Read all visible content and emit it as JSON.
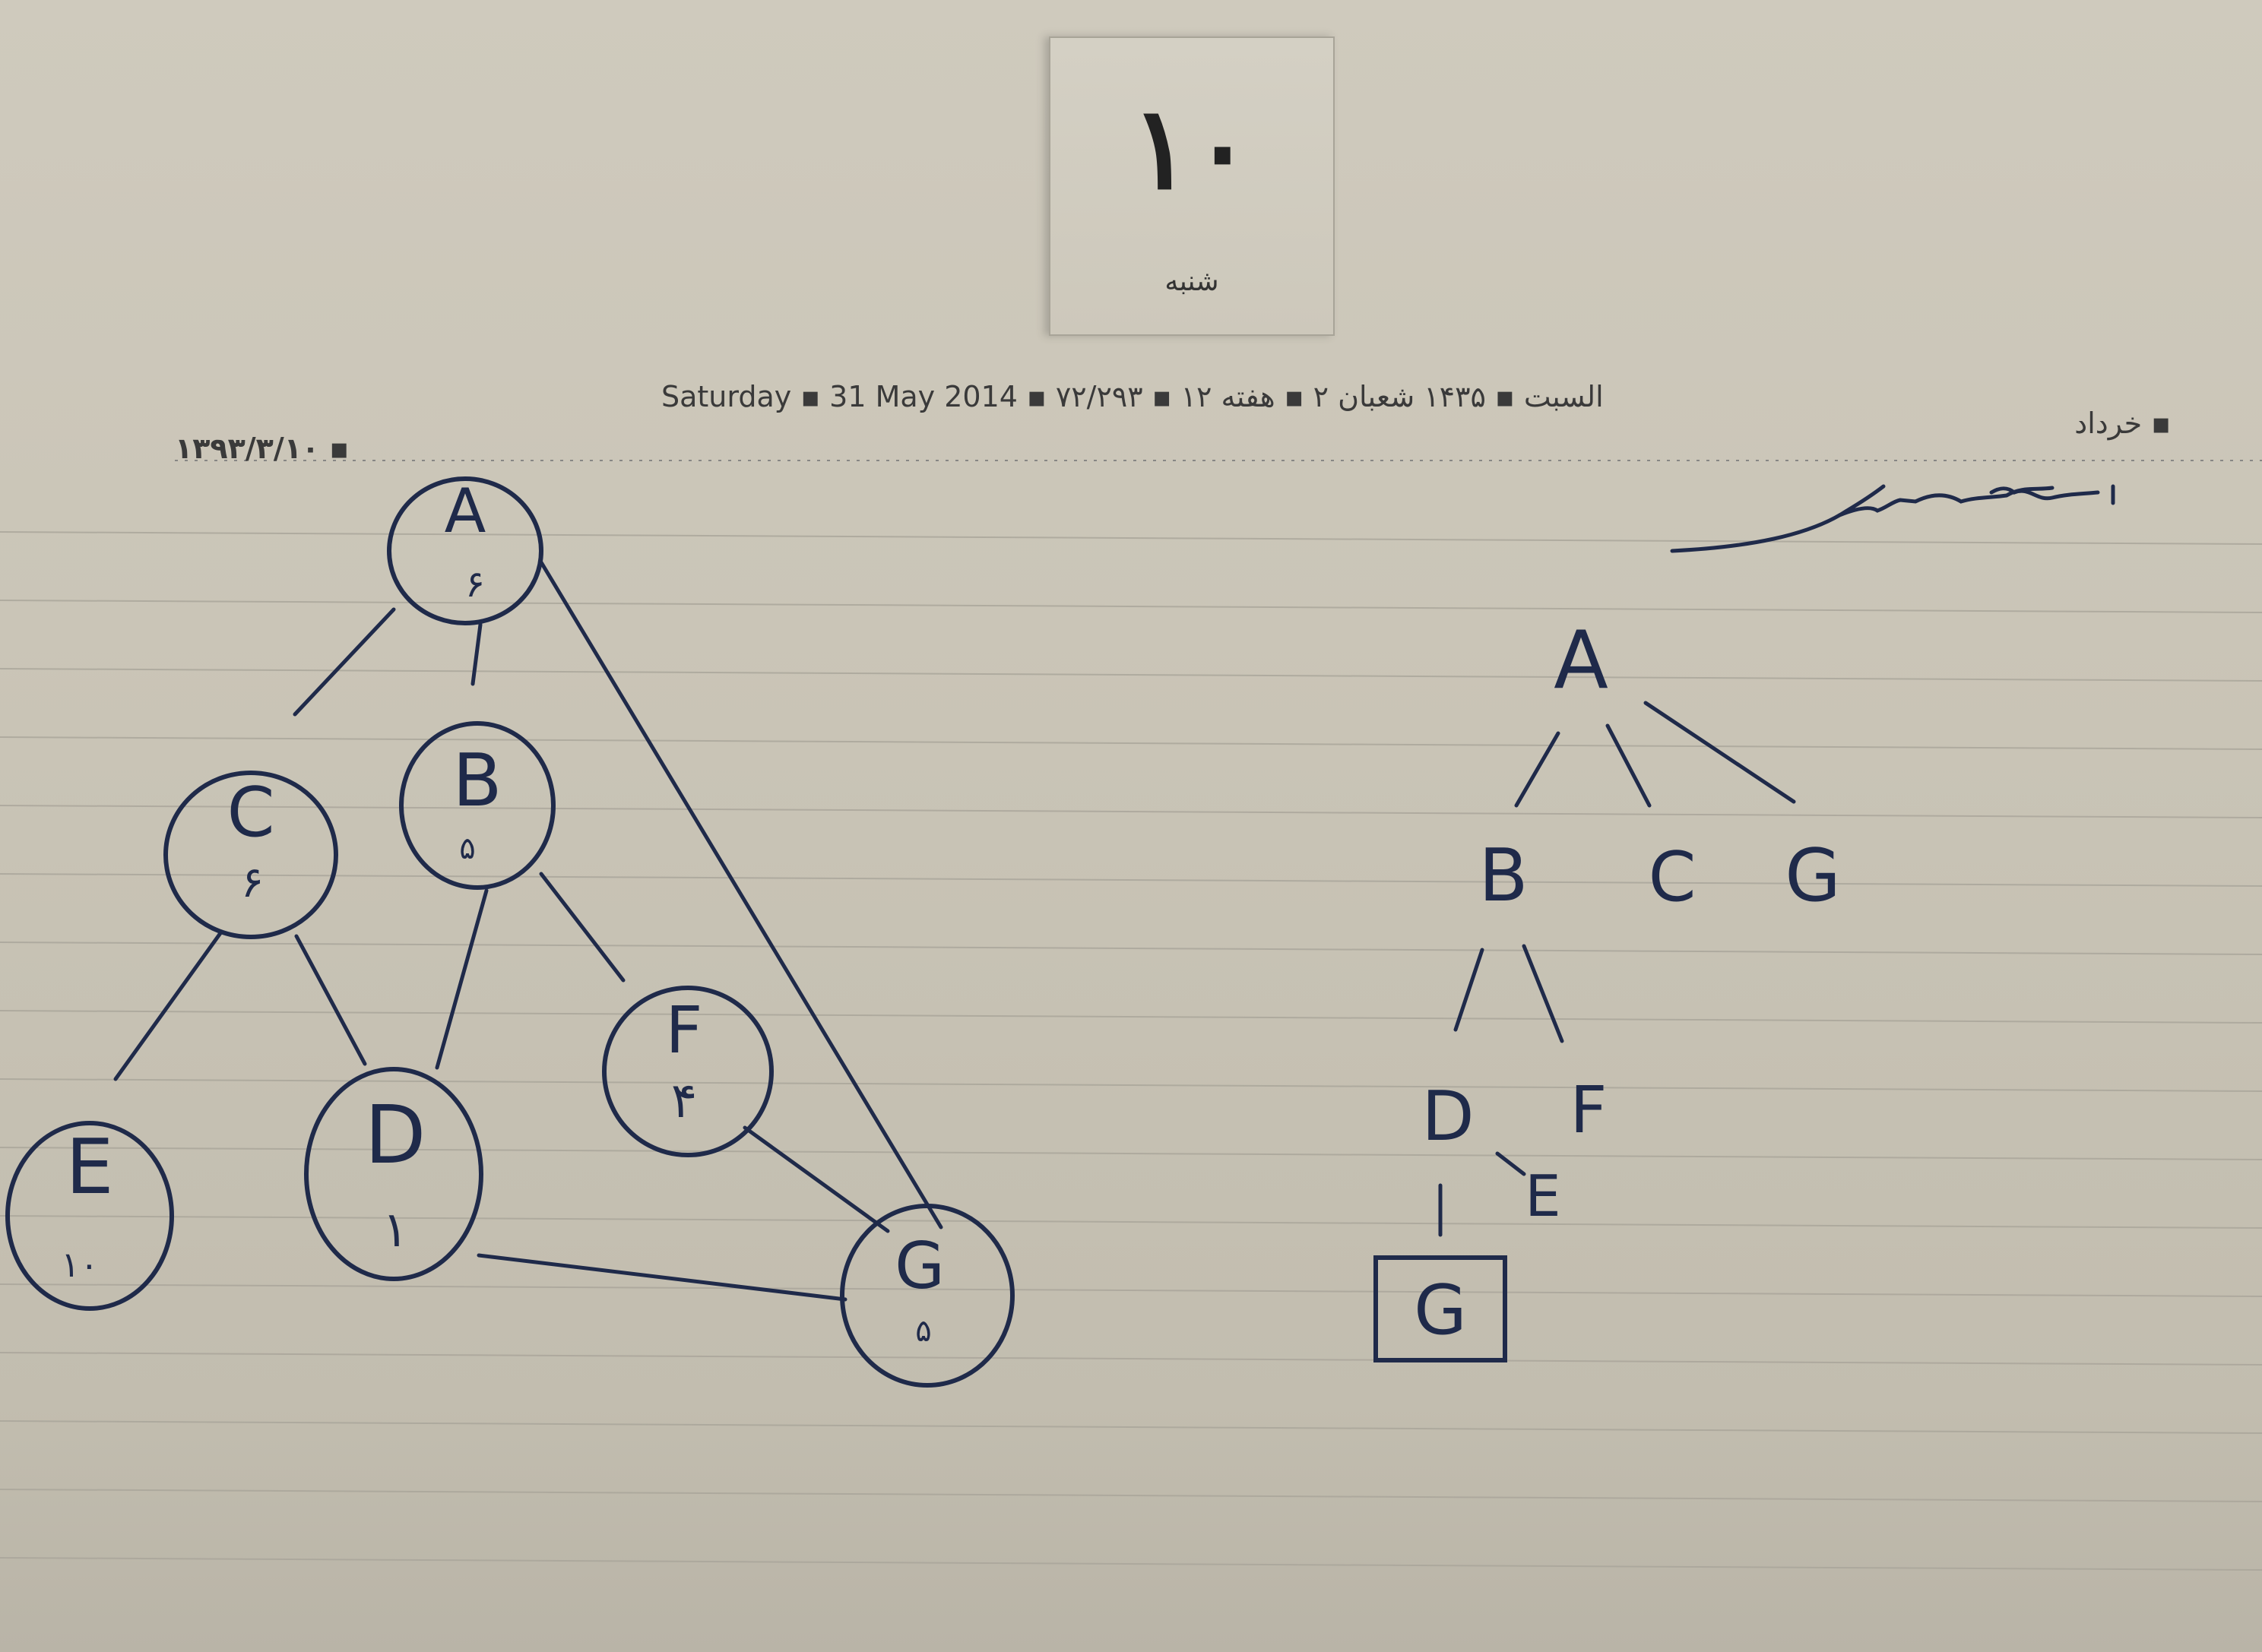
{
  "calendar": {
    "day_number": "۱۰",
    "weekday": "شنبه",
    "header_line": "Saturday ▪ 31 May 2014 ▪ السبت ▪ ۱۴۳۵ شعبان ۲ ▪ هفته ۱۲ ▪ ۷۲/۲۹۳",
    "month_label": "▪ خرداد",
    "jalali_date": "▪ ۱۳۹۳/۳/۱۰"
  },
  "signature": "محمد مهدی سیدی",
  "graph": {
    "nodes": [
      {
        "id": "A",
        "label": "A",
        "value": "۶"
      },
      {
        "id": "C",
        "label": "C",
        "value": "۶"
      },
      {
        "id": "B",
        "label": "B",
        "value": "۵"
      },
      {
        "id": "F",
        "label": "F",
        "value": "۴"
      },
      {
        "id": "E",
        "label": "E",
        "value": "۱۰"
      },
      {
        "id": "D",
        "label": "D",
        "value": "۱"
      },
      {
        "id": "G",
        "label": "G",
        "value": "۵"
      }
    ],
    "edges": [
      [
        "A",
        "C"
      ],
      [
        "A",
        "B"
      ],
      [
        "A",
        "G"
      ],
      [
        "C",
        "E"
      ],
      [
        "C",
        "D"
      ],
      [
        "B",
        "D"
      ],
      [
        "B",
        "F"
      ],
      [
        "F",
        "G"
      ],
      [
        "D",
        "G"
      ]
    ]
  },
  "tree": {
    "nodes": [
      "A",
      "B",
      "C",
      "G",
      "D",
      "F",
      "E",
      "G"
    ],
    "goal": "G"
  }
}
